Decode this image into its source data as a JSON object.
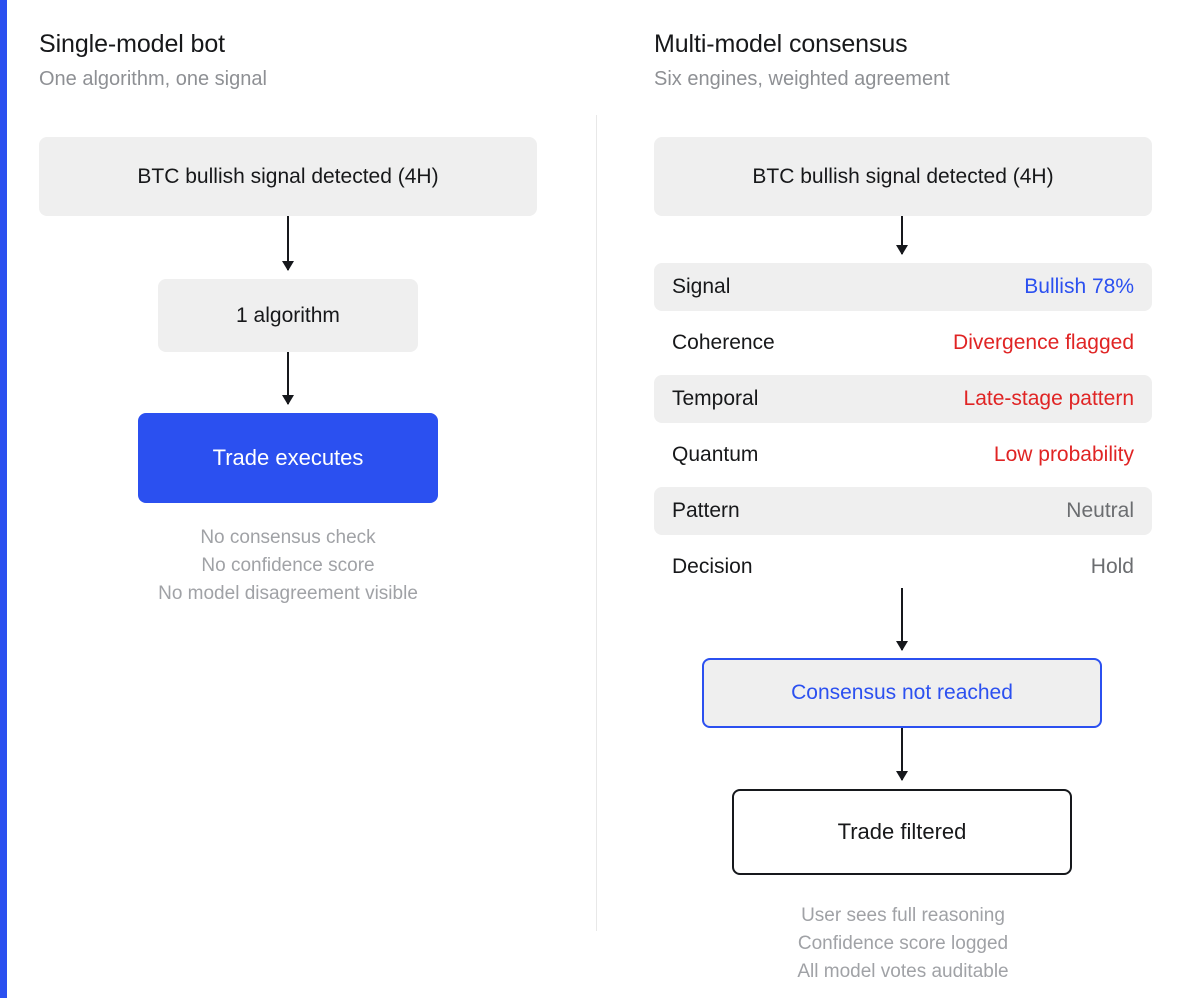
{
  "theme": {
    "accent_blue": "#2b50f0",
    "danger_red": "#e02424",
    "muted_grey": "#a0a2a6",
    "row_grey": "#efefef"
  },
  "left_panel": {
    "title": "Single-model bot",
    "subtitle": "One algorithm, one signal",
    "signal_box": "BTC bullish signal detected (4H)",
    "algorithm_box": "1 algorithm",
    "outcome_box": "Trade executes",
    "notes": [
      "No consensus check",
      "No confidence score",
      "No model disagreement visible"
    ]
  },
  "right_panel": {
    "title": "Multi-model consensus",
    "subtitle": "Six engines, weighted agreement",
    "signal_box": "BTC bullish signal detected (4H)",
    "engine_rows": [
      {
        "label": "Signal",
        "value": "Bullish 78%",
        "tone": "blue"
      },
      {
        "label": "Coherence",
        "value": "Divergence flagged",
        "tone": "red"
      },
      {
        "label": "Temporal",
        "value": "Late-stage pattern",
        "tone": "red"
      },
      {
        "label": "Quantum",
        "value": "Low probability",
        "tone": "red"
      },
      {
        "label": "Pattern",
        "value": "Neutral",
        "tone": "grey"
      },
      {
        "label": "Decision",
        "value": "Hold",
        "tone": "grey"
      }
    ],
    "consensus_box": "Consensus not reached",
    "outcome_box": "Trade filtered",
    "notes": [
      "User sees full reasoning",
      "Confidence score logged",
      "All model votes auditable"
    ]
  }
}
